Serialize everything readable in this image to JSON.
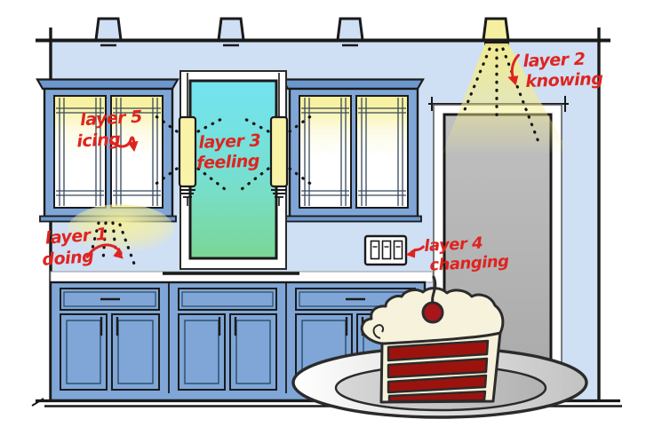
{
  "annotations": {
    "layer1": {
      "line1": "layer 1",
      "line2": "doing"
    },
    "layer2": {
      "line1": "layer 2",
      "line2": "knowing"
    },
    "layer3": {
      "line1": "layer 3",
      "line2": "feeling"
    },
    "layer4": {
      "line1": "layer 4",
      "line2": "changing"
    },
    "layer5": {
      "line1": "layer 5",
      "line2": "icing"
    }
  },
  "scene": {
    "elements": [
      "recessed-ceiling-lights",
      "lit-downlight",
      "upper-glass-cabinet-left",
      "upper-glass-cabinet-right",
      "in-cabinet-lighting",
      "window",
      "wall-sconce-left",
      "wall-sconce-right",
      "under-cabinet-light",
      "light-switch-panel",
      "door",
      "countertop",
      "base-cabinets",
      "floor-line",
      "plate",
      "red-velvet-cake-slice",
      "cherry"
    ],
    "colors": {
      "annotation_red": "#df241f",
      "wall_blue": "#cfdff4",
      "cabinet_blue": "#7fa6d7",
      "cabinet_trim_blue": "#6d97cc",
      "light_yellow": "#f5f0a0",
      "window_cyan": "#73e3f1",
      "window_green": "#7bd694",
      "door_gray": "#b6b6b6",
      "cake_red": "#9c130e",
      "frosting_cream": "#f6f1da",
      "plate_gray": "#c9c9c9",
      "outline_black": "#1a1a1a"
    }
  }
}
